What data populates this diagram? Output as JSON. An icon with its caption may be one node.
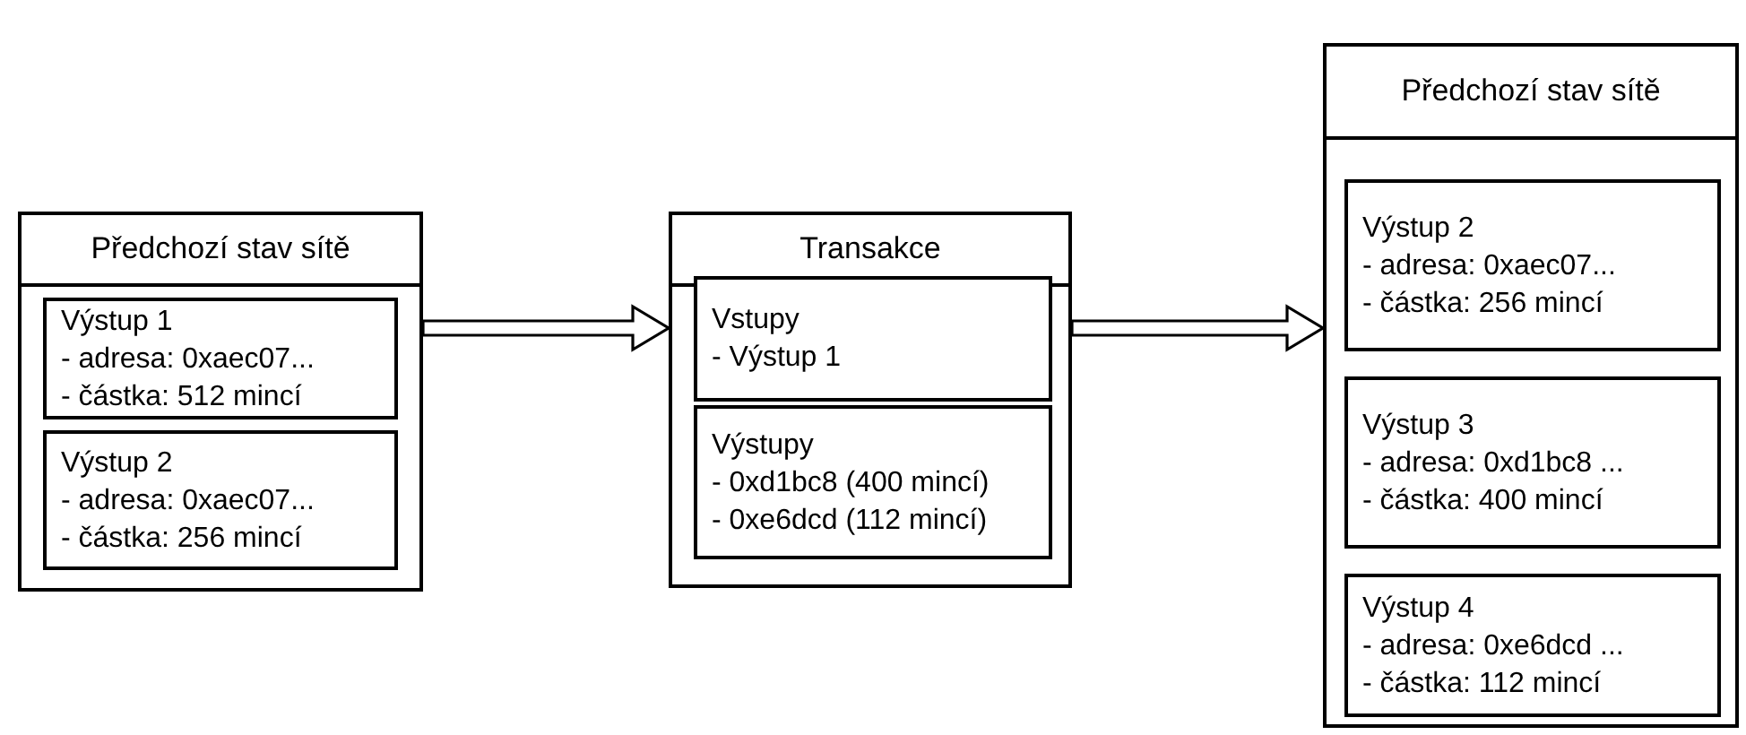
{
  "diagram": {
    "nodes": [
      {
        "text": [
          "Předchozí stav sítě"
        ]
      },
      {
        "text": [
          "Výstup 1",
          "- adresa: 0xaec07...",
          "- částka: 512 mincí"
        ],
        "in": 0
      },
      {
        "text": [
          "Výstup 2",
          "- adresa: 0xaec07...",
          "- částka: 256 mincí"
        ],
        "in": 0
      },
      {
        "text": [
          "Transakce"
        ]
      },
      {
        "text": [
          "Vstupy",
          "- Výstup 1"
        ],
        "in": 3
      },
      {
        "text": [
          "Výstupy",
          "- 0xd1bc8 (400 mincí)",
          "- 0xe6dcd (112 mincí)"
        ],
        "in": 3
      },
      {
        "text": [
          "Předchozí stav sítě"
        ]
      },
      {
        "text": [
          "Výstup 2",
          "- adresa: 0xaec07...",
          "- částka: 256 mincí"
        ],
        "in": 6
      },
      {
        "text": [
          "Výstup 3",
          "- adresa: 0xd1bc8 ...",
          "- částka: 400 mincí"
        ],
        "in": 6
      },
      {
        "text": [
          "Výstup 4",
          "- adresa: 0xe6dcd ...",
          "- částka: 112 mincí"
        ],
        "in": 6
      }
    ],
    "edges": [
      {
        "from": 0,
        "to": 3,
        "arrow": "to"
      },
      {
        "from": 3,
        "to": 6,
        "arrow": "to"
      }
    ]
  }
}
